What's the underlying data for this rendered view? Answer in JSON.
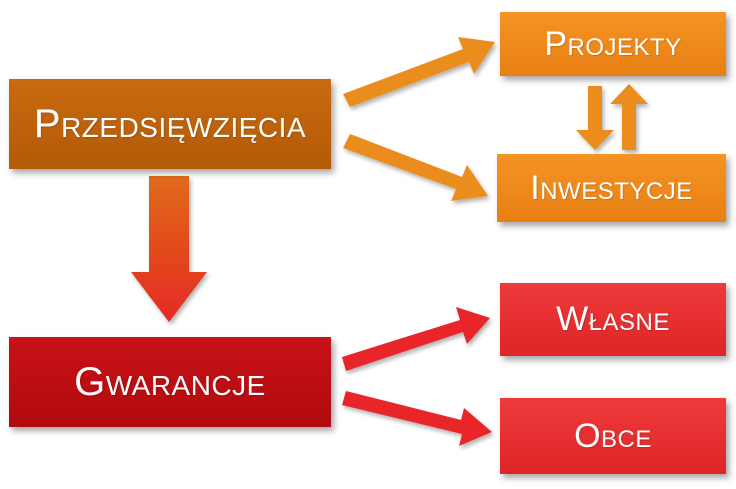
{
  "nodes": {
    "przedsiewziecia": "Przedsięwzięcia",
    "projekty": "Projekty",
    "inwestycje": "Inwestycje",
    "gwarancje": "Gwarancje",
    "wlasne": "Własne",
    "obce": "Obce"
  },
  "edges": [
    {
      "from": "przedsiewziecia",
      "to": "projekty"
    },
    {
      "from": "przedsiewziecia",
      "to": "inwestycje"
    },
    {
      "from": "przedsiewziecia",
      "to": "gwarancje"
    },
    {
      "from": "projekty",
      "to": "inwestycje"
    },
    {
      "from": "inwestycje",
      "to": "projekty"
    },
    {
      "from": "gwarancje",
      "to": "wlasne"
    },
    {
      "from": "gwarancje",
      "to": "obce"
    }
  ],
  "colors": {
    "dark_orange": "#b45a06",
    "orange": "#e97f12",
    "dark_red": "#b00a0f",
    "red": "#df2526",
    "arrow_orange": "#ea8d1e",
    "arrow_red": "#e8262a"
  }
}
